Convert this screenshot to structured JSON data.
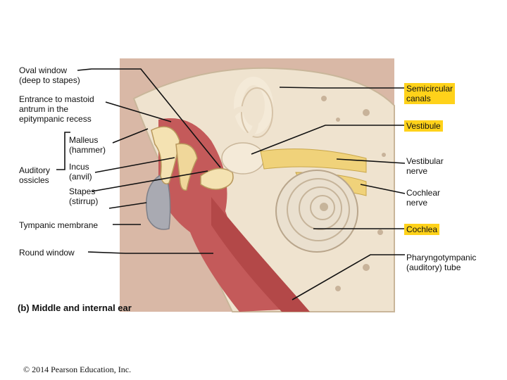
{
  "labels": {
    "oval_window": [
      "Oval window",
      "(deep to stapes)"
    ],
    "mastoid": [
      "Entrance to mastoid",
      "antrum in the",
      "epitympanic recess"
    ],
    "malleus": [
      "Malleus",
      "(hammer)"
    ],
    "auditory_ossicles": [
      "Auditory",
      "ossicles"
    ],
    "incus": [
      "Incus",
      "(anvil)"
    ],
    "stapes": [
      "Stapes",
      "(stirrup)"
    ],
    "tympanic": "Tympanic membrane",
    "round_window": "Round window",
    "semicircular": [
      "Semicircular",
      "canals"
    ],
    "vestibule": "Vestibule",
    "vestibular_nerve": [
      "Vestibular",
      "nerve"
    ],
    "cochlear_nerve": [
      "Cochlear",
      "nerve"
    ],
    "cochlea": "Cochlea",
    "pharyngotympanic": [
      "Pharyngotympanic",
      "(auditory) tube"
    ]
  },
  "caption": {
    "tag": "(b)",
    "text": "Middle and internal ear"
  },
  "copyright": "© 2014 Pearson Education, Inc.",
  "colors": {
    "highlight": "#ffd21a",
    "bone": "#f2e8d6",
    "tissue": "#c45a5a",
    "nerve": "#f0d27a"
  }
}
